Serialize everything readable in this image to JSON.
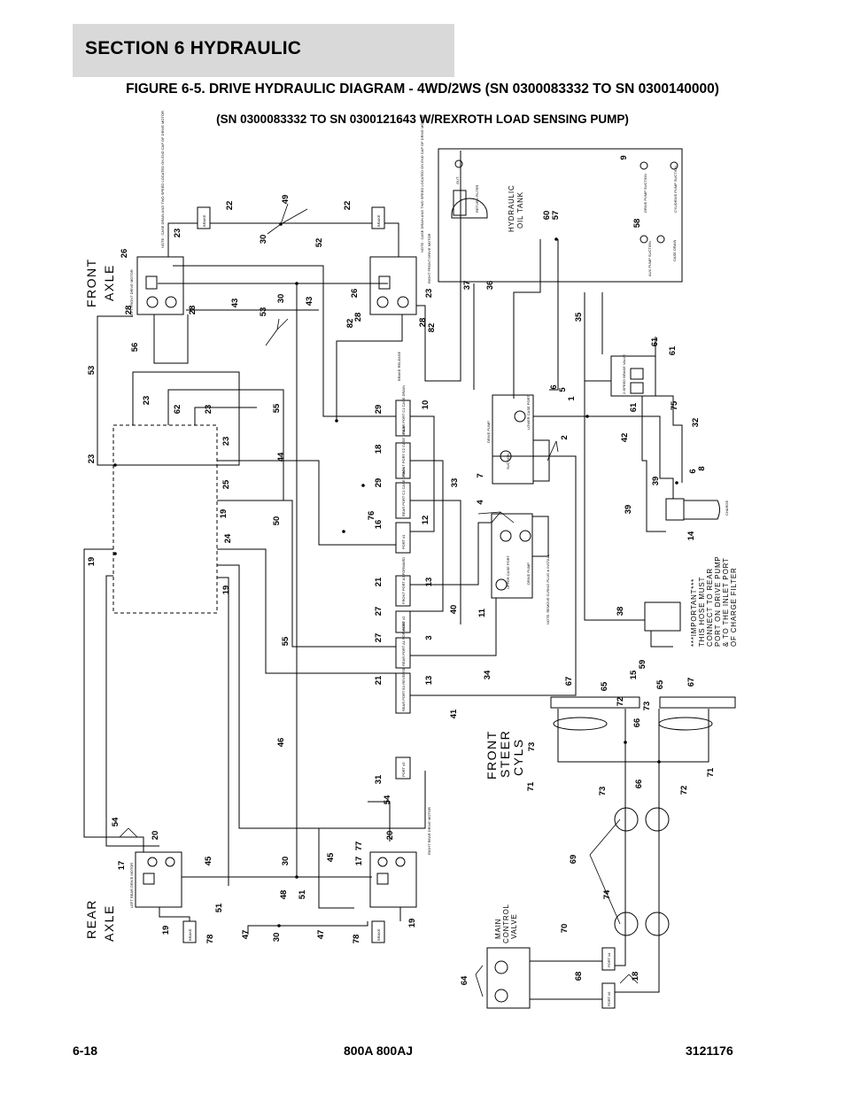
{
  "header": {
    "section_title": "SECTION 6   HYDRAULIC",
    "figure_title": "FIGURE 6-5. DRIVE HYDRAULIC DIAGRAM - 4WD/2WS (SN 0300083332 TO SN 0300140000)",
    "figure_subtitle": "(SN 0300083332 TO SN 0300121643 W/REXROTH LOAD SENSING PUMP)"
  },
  "footer": {
    "page_number": "6-18",
    "model": "800A 800AJ",
    "doc_number": "3121176"
  },
  "diagram": {
    "labels": {
      "front_axle": [
        "FRONT",
        "AXLE"
      ],
      "rear_axle": [
        "REAR",
        "AXLE"
      ],
      "front_steer_cyls": [
        "FRONT",
        "STEER",
        "CYLS"
      ],
      "main_control_valve": [
        "MAIN",
        "CONTROL",
        "VALVE"
      ],
      "hydraulic_oil_tank": [
        "HYDRAULIC",
        "OIL TANK"
      ],
      "important_note": [
        "***IMPORTANT***",
        "THIS HOSE MUST",
        "CONNECT TO REAR",
        "PORT ON DRIVE PUMP",
        "& TO THE INLET PORT",
        "OF CHARGE FILTER"
      ]
    },
    "small_text": {
      "left_front_drive_motor": "LEFT FRONT DRIVE MOTOR",
      "right_front_drive_motor": "RIGHT FRONT DRIVE MOTOR",
      "left_rear_drive_motor": "LEFT REAR DRIVE MOTOR",
      "right_rear_drive_motor": "RIGHT REAR DRIVE MOTOR",
      "brake": "BRAKE",
      "case_drain_note": "NOTE : CASE DRAIN AND TWO SPEED LOCATED ON END CAP OF DRIVE MOTOR",
      "drive_pump": "DRIVE PUMP",
      "lower_case_port": "LOWER CASE PORT",
      "upper_case_port": "UPPER CASE PORT",
      "suction": "SUCTION",
      "o_ring_note": "NOTE: REMOVE O-RING PLUG & INSTALL",
      "return_filter": "RETURN FILTER",
      "out": "OUT",
      "drive_pump_suction": "DRIVE PUMP SUCTION",
      "cyl_pump_suction": "CYL/DRIVE PUMP SUCTION",
      "aux_pump_suction": "AUX PUMP SUCTION",
      "case_drain": "CASE DRAIN",
      "two_speed_brake_valve": "2-SPEED BRAKE VALVE",
      "charge_filter": "CHARGE",
      "rear_port_a_forward": "REAR PORT A1 FORWARD",
      "rear_port_b_reverse": "REAR PORT B1 REVERSE",
      "front_port_a_forward": "FRONT PORT A2 FORWARD",
      "front_port_b_reverse": "FRONT PORT B2 REVERSE",
      "front_port_case_drain": "FRONT PORT C2 CASE DRAIN",
      "rear_port_case_drain": "REAR PORT C1 CASE DRAIN",
      "port_1": "PORT #1",
      "port_2": "PORT #2",
      "port_3": "PORT #3",
      "port_4": "PORT #4",
      "port_5": "PORT #5",
      "port_6": "PORT #6",
      "port_7": "PORT #7",
      "port_8": "PORT #8",
      "brake_release": "BRAKE RELEASE"
    }
  }
}
